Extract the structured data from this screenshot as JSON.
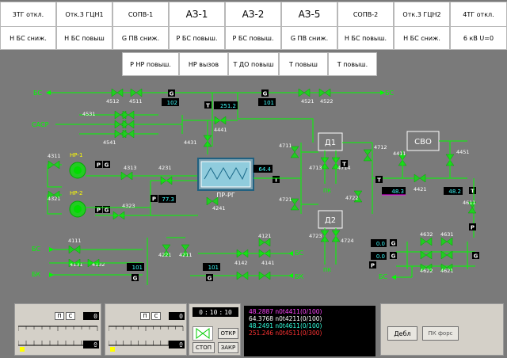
{
  "annunciators": {
    "row1": [
      {
        "label": "3ТГ откл.",
        "big": false
      },
      {
        "label": "Отк.3 ГЦН1",
        "big": false
      },
      {
        "label": "СОПВ-1",
        "big": false
      },
      {
        "label": "АЗ-1",
        "big": true
      },
      {
        "label": "АЗ-2",
        "big": true
      },
      {
        "label": "АЗ-5",
        "big": true
      },
      {
        "label": "СОПВ-2",
        "big": false
      },
      {
        "label": "Отк.3 ГЦН2",
        "big": false
      },
      {
        "label": "4ТГ откл.",
        "big": false
      }
    ],
    "row2": [
      {
        "label": "Н БС сниж."
      },
      {
        "label": "Н БС повыш"
      },
      {
        "label": "G ПВ сниж."
      },
      {
        "label": "Р БС повыш."
      },
      {
        "label": "Р БС повыш."
      },
      {
        "label": "G ПВ сниж."
      },
      {
        "label": "Н БС повыш."
      },
      {
        "label": "Н БС сниж."
      },
      {
        "label": "6 кВ U=0"
      }
    ],
    "row3": [
      {
        "label": "Р НР повыш."
      },
      {
        "label": "НР вызов"
      },
      {
        "label": "Т ДО повыш"
      },
      {
        "label": "Т повыш"
      },
      {
        "label": "Т повыш."
      }
    ]
  },
  "scheme": {
    "line_color": "#00ff00",
    "valve_color": "#22cc22",
    "pipe_labels": {
      "bs_left": "БС",
      "bs_right": "БС",
      "sdsp": "САСР",
      "bs_lower_left": "БС",
      "bk_left": "БК",
      "bs_lower_right": "БС",
      "bk_right": "БК",
      "bs_far_right": "БС",
      "pk": "ПК",
      "pk2": "ПК"
    },
    "valve_labels": {
      "v4512": "4512",
      "v4511": "4511",
      "v4521": "4521",
      "v4522": "4522",
      "v4531": "4531",
      "v4541": "4541",
      "v4441": "4441",
      "v4431": "4431",
      "v4311": "4311",
      "v4313": "4313",
      "v4231": "4231",
      "v4321": "4321",
      "v4323": "4323",
      "v4241": "4241",
      "v4711": "4711",
      "v4713": "4713",
      "v4714": "4714",
      "v4712": "4712",
      "v4411": "4411",
      "v4451": "4451",
      "v4721": "4721",
      "v4722": "4722",
      "v4421": "4421",
      "v4611": "4611",
      "v4723": "4723",
      "v4724": "4724",
      "v4111": "4111",
      "v4121": "4121",
      "v4131": "4131",
      "v4132": "4132",
      "v4221": "4221",
      "v4211": "4211",
      "v4142": "4142",
      "v4141": "4141",
      "v4632": "4632",
      "v4631": "4631",
      "v4622": "4622",
      "v4621": "4621"
    },
    "equipment": {
      "nr1": "НР-1",
      "nr2": "НР-2",
      "pr_rg": "ПР-РГ",
      "d1": "Д1",
      "d2": "Д2",
      "svo": "СВО"
    },
    "tags": {
      "g1": "G",
      "t1": "T",
      "g2": "G",
      "t2": "T",
      "p1": "P",
      "g3": "G",
      "p2": "P",
      "g4": "G",
      "p3": "P",
      "t3": "T",
      "t4": "T",
      "t5": "T",
      "t6": "T",
      "p4": "P",
      "g5": "G",
      "g6": "G",
      "g7": "G",
      "g8": "G",
      "p5": "P",
      "g9": "G"
    },
    "readings": {
      "r102": "102",
      "r251": "251.2",
      "r101": "101",
      "r64": "64.4",
      "r77": "77.3",
      "r48a": "48.3",
      "r48b": "48.2",
      "r0a": "0.0",
      "r0b": "0.0",
      "r101b": "101",
      "r101c": "101"
    }
  },
  "bottom": {
    "panel1": {
      "btn_p": "П",
      "btn_s": "С",
      "val1": "0",
      "val2": "0"
    },
    "panel2": {
      "btn_p": "П",
      "btn_s": "С",
      "val1": "0",
      "val2": "0"
    },
    "timer": {
      "h": "0",
      "m": "10",
      "s": "10",
      "sep1": ":",
      "sep2": ":"
    },
    "controls": {
      "open_label": "ОТКР",
      "stop_label": "СТОП",
      "close_label": "ЗАКР"
    },
    "log": [
      {
        "text": "48.2887 n0t4411(0/100)",
        "color": "#ff44ff"
      },
      {
        "text": "64.3768 n0t4211(0/100)",
        "color": "#ffffff"
      },
      {
        "text": "48.2491 n0t4611(0/100)",
        "color": "#33ffdd"
      },
      {
        "text": "251.246 n0t4511(0/300)",
        "color": "#ff3333"
      }
    ],
    "debl_label": "Дебл",
    "pk_force_label": "ПК форс"
  }
}
